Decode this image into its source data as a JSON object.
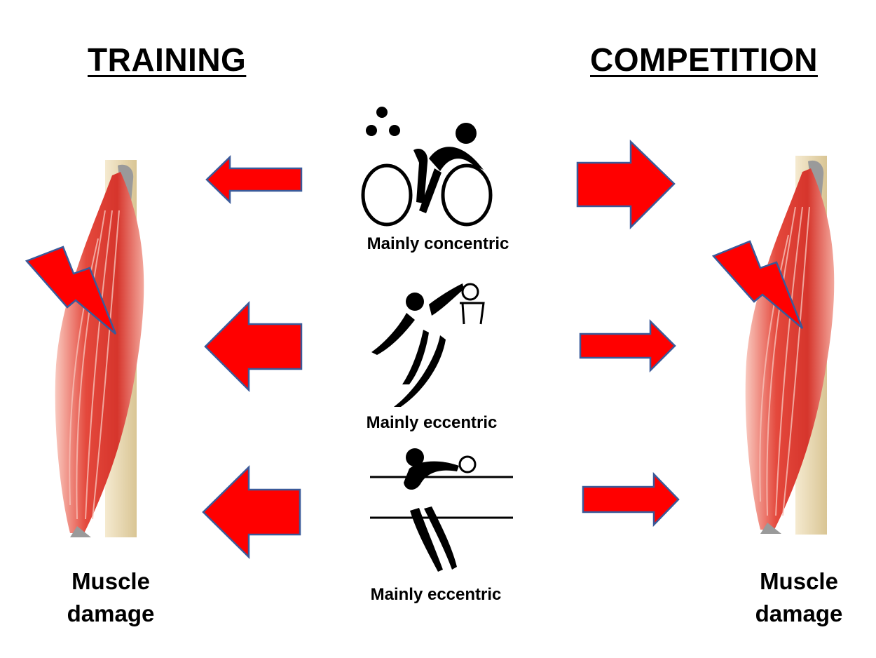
{
  "headings": {
    "left": "TRAINING",
    "right": "COMPETITION"
  },
  "sports": [
    {
      "caption": "Mainly concentric",
      "icon": "cycling-icon"
    },
    {
      "caption": "Mainly eccentric",
      "icon": "basketball-icon"
    },
    {
      "caption": "Mainly eccentric",
      "icon": "volleyball-icon"
    }
  ],
  "outcome": {
    "left_line1": "Muscle",
    "left_line2": "damage",
    "right_line1": "Muscle",
    "right_line2": "damage"
  },
  "colors": {
    "arrow_fill": "#ff0000",
    "arrow_stroke": "#3a5a9a",
    "muscle": "#e0443a",
    "bone": "#ead9b0"
  }
}
